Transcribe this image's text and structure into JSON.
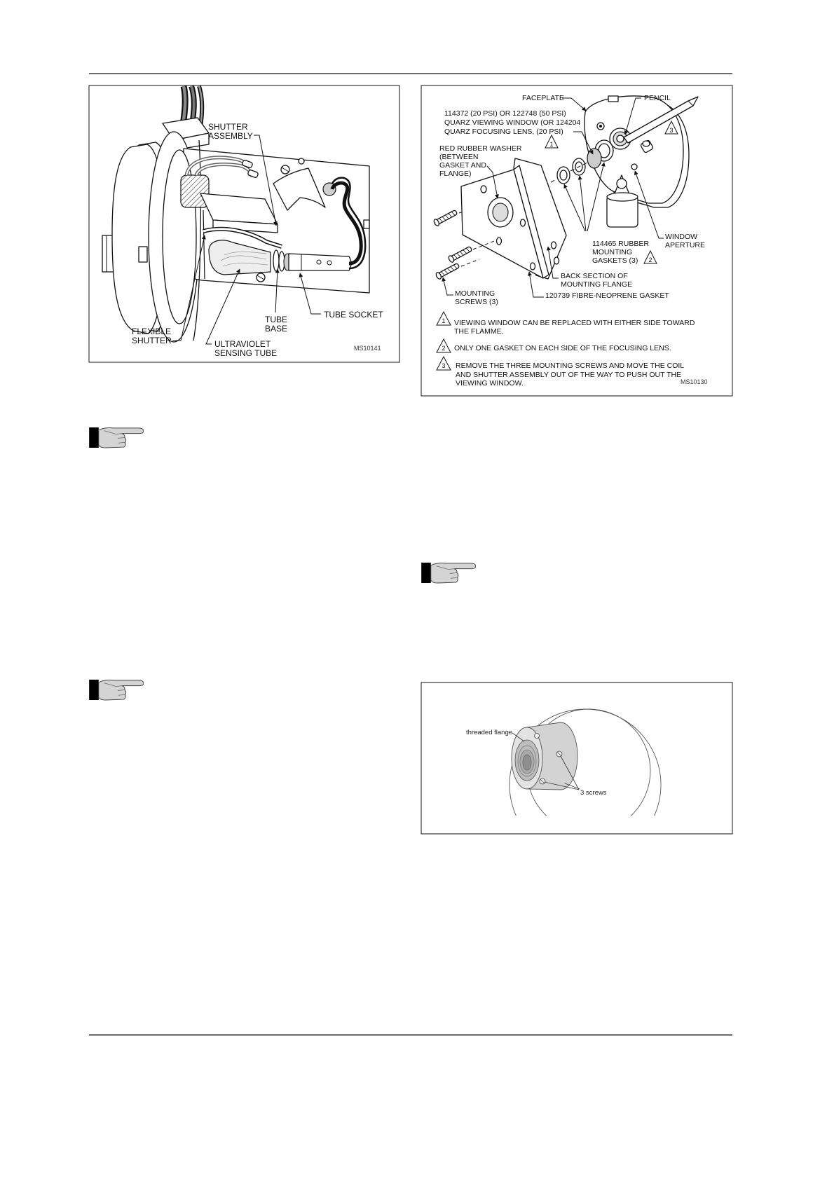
{
  "icons": {
    "note": "pointing-hand-icon",
    "callout": "warning-triangle-icon"
  },
  "colors": {
    "ink": "#111111",
    "hand_fill": "#d4d4d4"
  },
  "figure_uv_scanner": {
    "label_shutter_assembly": [
      "SHUTTER",
      "ASSEMBLY"
    ],
    "label_tube_socket": "TUBE SOCKET",
    "label_tube_base": [
      "TUBE",
      "BASE"
    ],
    "label_flexible_shutter": [
      "FLEXIBLE",
      "SHUTTER"
    ],
    "label_uv_tube": [
      "ULTRAVIOLET",
      "SENSING TUBE"
    ],
    "drawing_code": "MS10141"
  },
  "figure_viewing_window": {
    "faceplate": "FACEPLATE",
    "pencil": "PENCIL",
    "window_parts": [
      "114372 (20 PSI) OR 122748 (50 PSI)",
      "QUARZ VIEWING WINDOW (OR 124204",
      "QUARZ FOCUSING LENS, (20 PSI)"
    ],
    "red_washer": [
      "RED RUBBER WASHER",
      "(BETWEEN",
      "GASKET AND",
      "FLANGE)"
    ],
    "window_aperture": [
      "WINDOW",
      "APERTURE"
    ],
    "rubber_gaskets": [
      "114465 RUBBER",
      "MOUNTING",
      "GASKETS (3)"
    ],
    "back_section": [
      "BACK SECTION OF",
      "MOUNTING FLANGE"
    ],
    "mounting_screws": [
      "MOUNTING",
      "SCREWS (3)"
    ],
    "fibre_gasket": "120739 FIBRE-NEOPRENE GASKET",
    "callouts": {
      "window": "1",
      "screws": "3",
      "gaskets": "2"
    },
    "notes": [
      {
        "marker": "1",
        "lines": [
          "VIEWING WINDOW CAN BE REPLACED WITH EITHER SIDE TOWARD",
          "THE FLAMME."
        ]
      },
      {
        "marker": "2",
        "lines": [
          "ONLY ONE GASKET ON EACH SIDE OF THE FOCUSING LENS."
        ]
      },
      {
        "marker": "3",
        "lines": [
          "REMOVE THE THREE MOUNTING SCREWS AND MOVE THE COIL",
          "AND SHUTTER ASSEMBLY OUT OF THE WAY TO PUSH OUT THE",
          "VIEWING WINDOW."
        ]
      }
    ],
    "drawing_code": "MS10130"
  },
  "figure_threaded_flange": {
    "threaded_flange": "threaded flange",
    "screws": "3 screws"
  }
}
